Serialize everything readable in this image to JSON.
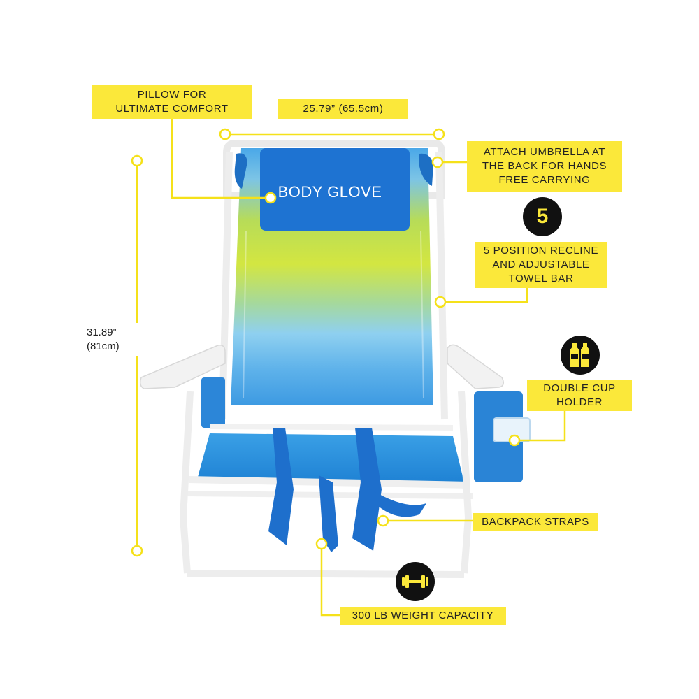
{
  "brand": {
    "logo_text": "BODY GLOVE"
  },
  "colors": {
    "callout_yellow": "#fbe83a",
    "line_yellow": "#f5e11a",
    "badge_black": "#111111",
    "fabric_blue": "#1e73d2",
    "fabric_green": "#c9e23c",
    "fabric_light_blue": "#8fd0f0",
    "frame_white": "#f4f4f4"
  },
  "callouts": {
    "pillow": {
      "line1": "PILLOW FOR",
      "line2": "ULTIMATE COMFORT"
    },
    "width": {
      "text": "25.79” (65.5cm)"
    },
    "umbrella": {
      "line1": "ATTACH UMBRELLA AT",
      "line2": "THE BACK FOR HANDS",
      "line3": "FREE CARRYING"
    },
    "recline": {
      "line1": "5 POSITION RECLINE",
      "line2": "AND ADJUSTABLE",
      "line3": "TOWEL BAR"
    },
    "cup_holder": {
      "line1": "DOUBLE CUP",
      "line2": "HOLDER"
    },
    "straps": {
      "text": "BACKPACK STRAPS"
    },
    "weight": {
      "text": "300 LB WEIGHT CAPACITY"
    },
    "height": {
      "line1": "31.89”",
      "line2": "(81cm)"
    }
  },
  "badges": {
    "recline_number": "5",
    "cup_icon": "bottles-icon",
    "weight_icon": "dumbbell-icon"
  }
}
